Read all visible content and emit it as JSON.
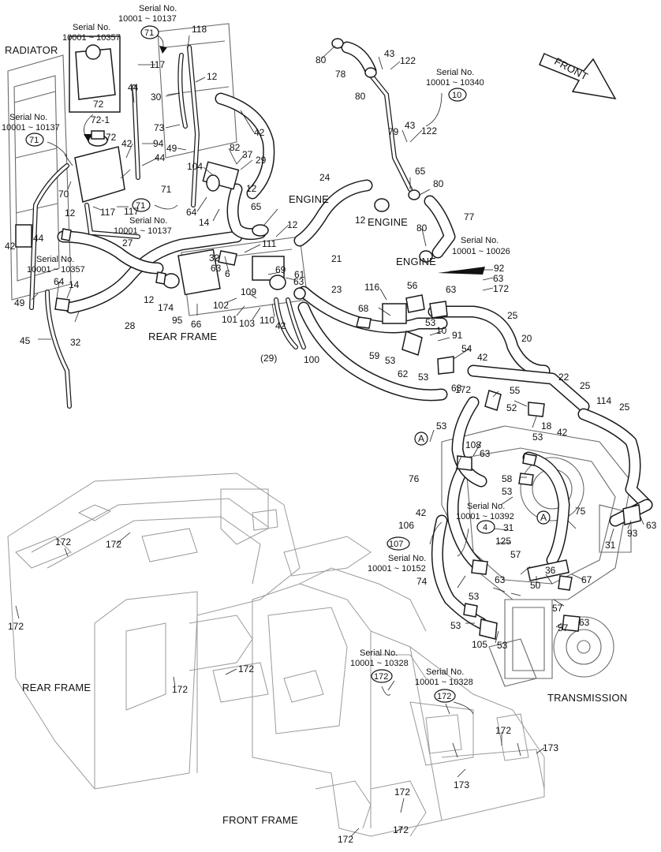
{
  "labels": {
    "radiator": "RADIATOR",
    "engine1": "ENGINE",
    "engine2": "ENGINE",
    "engine3": "ENGINE",
    "rear_frame1": "REAR FRAME",
    "rear_frame2": "REAR FRAME",
    "front_frame": "FRONT FRAME",
    "transmission": "TRANSMISSION",
    "front_arrow": "FRONT"
  },
  "serial_notes": [
    {
      "title": "Serial No.",
      "range": "10001 ~ 10137",
      "ref": "71"
    },
    {
      "title": "Serial No.",
      "range": "10001 ~ 10357",
      "ref": ""
    },
    {
      "title": "Serial No.",
      "range": "10001 ~ 10137",
      "ref": "71"
    },
    {
      "title": "Serial No.",
      "range": "10001 ~ 10137",
      "ref": "71"
    },
    {
      "title": "Serial No.",
      "range": "10001 ~ 10357",
      "ref": ""
    },
    {
      "title": "Serial No.",
      "range": "10001 ~ 10340",
      "ref": "10"
    },
    {
      "title": "Serial No.",
      "range": "10001 ~ 10026",
      "ref": ""
    },
    {
      "title": "Serial No.",
      "range": "10001 ~ 10392",
      "ref": "4"
    },
    {
      "title": "Serial No.",
      "range": "10001 ~ 10152",
      "ref": "107"
    },
    {
      "title": "Serial No.",
      "range": "10001 ~ 10328",
      "ref": "172"
    },
    {
      "title": "Serial No.",
      "range": "10001 ~ 10328",
      "ref": "172"
    }
  ],
  "callouts": {
    "a1": "A",
    "a2": "A"
  },
  "part_numbers": [
    "118",
    "117",
    "12",
    "42",
    "44",
    "30",
    "72",
    "72-1",
    "72",
    "42",
    "94",
    "73",
    "49",
    "117",
    "44",
    "70",
    "82",
    "37",
    "29",
    "104",
    "12",
    "12",
    "64",
    "14",
    "71",
    "117",
    "12",
    "42",
    "44",
    "65",
    "12",
    "111",
    "27",
    "12",
    "174",
    "63",
    "6",
    "69",
    "61",
    "63",
    "102",
    "101",
    "109",
    "103",
    "110",
    "42",
    "100",
    "(29)",
    "28",
    "95",
    "66",
    "32",
    "45",
    "64",
    "14",
    "32",
    "49",
    "80",
    "78",
    "80",
    "43",
    "122",
    "43",
    "122",
    "79",
    "65",
    "80",
    "77",
    "80",
    "24",
    "21",
    "23",
    "116",
    "56",
    "63",
    "68",
    "53",
    "10",
    "91",
    "59",
    "53",
    "62",
    "54",
    "53",
    "63",
    "25",
    "20",
    "22",
    "25",
    "42",
    "114",
    "25",
    "42",
    "55",
    "52",
    "18",
    "53",
    "53",
    "108",
    "63",
    "76",
    "58",
    "53",
    "75",
    "42",
    "106",
    "31",
    "125",
    "57",
    "67",
    "36",
    "50",
    "74",
    "63",
    "53",
    "57",
    "53",
    "57",
    "63",
    "105",
    "53",
    "63",
    "31",
    "93",
    "92",
    "63",
    "172",
    "172",
    "172",
    "172",
    "172",
    "172",
    "172",
    "172",
    "172",
    "173",
    "172",
    "173",
    "172"
  ]
}
